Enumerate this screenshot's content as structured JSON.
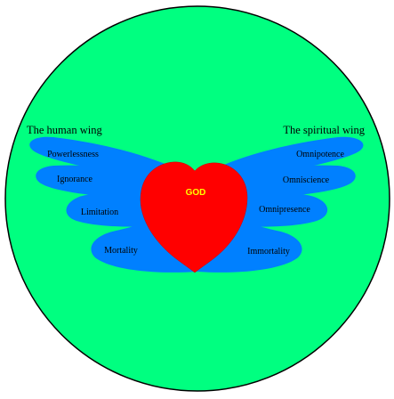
{
  "colors": {
    "background": "#ffffff",
    "circle": "#00ff80",
    "wings": "#0080ff",
    "heart": "#ff0000",
    "heart_text": "#ffff00",
    "outline": "#000000"
  },
  "heart": {
    "label": "GOD"
  },
  "wings": {
    "human": {
      "title": "The human wing",
      "feathers": [
        "Powerlessness",
        "Ignorance",
        "Limitation",
        "Mortality"
      ]
    },
    "spiritual": {
      "title": "The spiritual wing",
      "feathers": [
        "Omnipotence",
        "Omniscience",
        "Omnipresence",
        "Immortality"
      ]
    }
  }
}
